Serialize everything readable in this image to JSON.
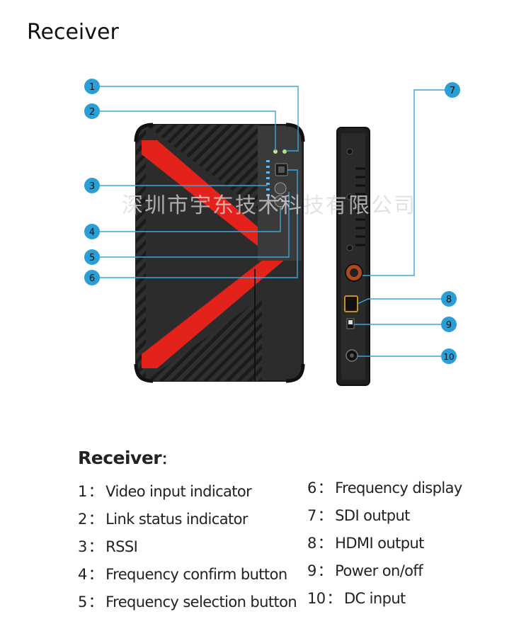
{
  "title": "Receiver",
  "watermark": "深圳市宇东技术科技有限公司",
  "callouts": [
    "1",
    "2",
    "3",
    "4",
    "5",
    "6",
    "7",
    "8",
    "9",
    "10"
  ],
  "legend": {
    "title": "Receiver",
    "title_suffix": "：",
    "items": [
      {
        "num": "1",
        "sep": "：",
        "label": "Video input indicator"
      },
      {
        "num": "2",
        "sep": "：",
        "label": "Link status indicator"
      },
      {
        "num": "3",
        "sep": "：",
        "label": "RSSI"
      },
      {
        "num": "4",
        "sep": "：",
        "label": "Frequency confirm button"
      },
      {
        "num": "5",
        "sep": "：",
        "label": "Frequency selection button"
      },
      {
        "num": "6",
        "sep": "：",
        "label": "Frequency display"
      },
      {
        "num": "7",
        "sep": "：",
        "label": "SDI output"
      },
      {
        "num": "8",
        "sep": "：",
        "label": "HDMI output"
      },
      {
        "num": "9",
        "sep": "：",
        "label": "Power on/off"
      },
      {
        "num": "10",
        "sep": "：",
        "label": "DC input"
      }
    ]
  },
  "colors": {
    "callout_fill": "#2a9fd6",
    "leader_line": "#3aa6d8",
    "device_body": "#2b2b2b",
    "accent_red": "#e3231b"
  }
}
